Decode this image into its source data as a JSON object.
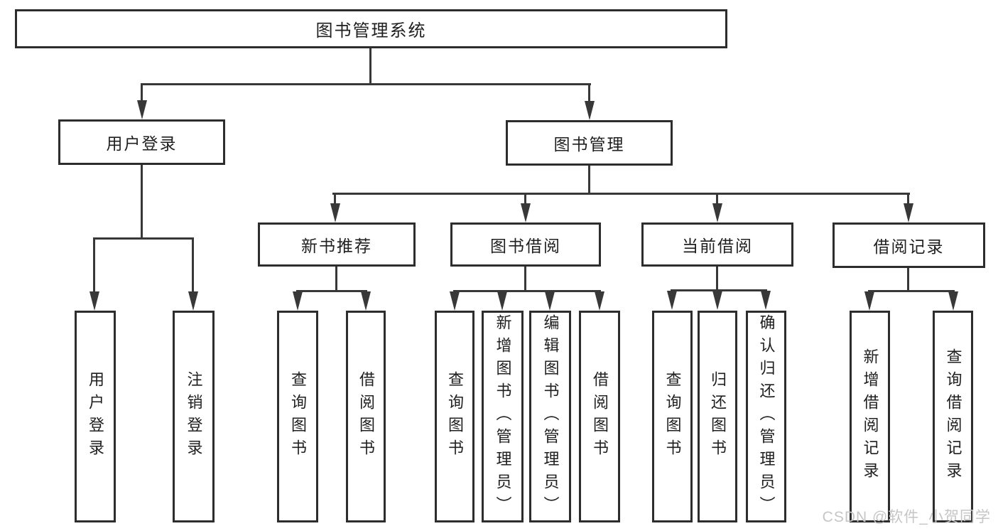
{
  "tree": {
    "root": {
      "label": "图书管理系统"
    },
    "children": [
      {
        "label": "用户登录",
        "children": [
          {
            "label": "用户登录"
          },
          {
            "label": "注销登录"
          }
        ]
      },
      {
        "label": "图书管理",
        "children": [
          {
            "label": "新书推荐",
            "children": [
              {
                "label": "查询图书"
              },
              {
                "label": "借阅图书"
              }
            ]
          },
          {
            "label": "图书借阅",
            "children": [
              {
                "label": "查询图书"
              },
              {
                "label": "新增图书（管理员）"
              },
              {
                "label": "编辑图书（管理员）"
              },
              {
                "label": "借阅图书"
              }
            ]
          },
          {
            "label": "当前借阅",
            "children": [
              {
                "label": "查询图书"
              },
              {
                "label": "归还图书"
              },
              {
                "label": "确认归还（管理员）"
              }
            ]
          },
          {
            "label": "借阅记录",
            "children": [
              {
                "label": "新增借阅记录"
              },
              {
                "label": "查询借阅记录"
              }
            ]
          }
        ]
      }
    ]
  },
  "watermark": {
    "text": "CSDN @软件_小贺同学"
  },
  "colors": {
    "line": "#383838",
    "box_border": "#2d2d2d",
    "watermark": "#c6c6c6"
  }
}
